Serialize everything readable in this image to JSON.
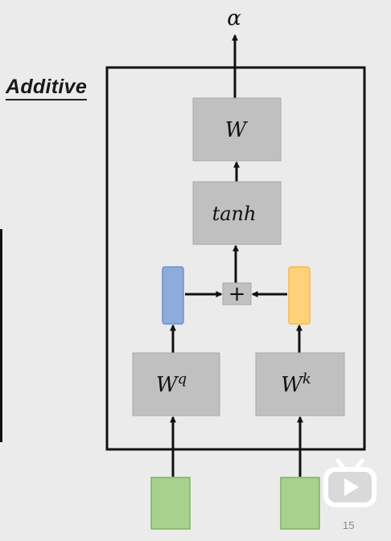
{
  "title": "Additive",
  "output_label": "α",
  "boxes": {
    "w": {
      "base": "W",
      "sup": ""
    },
    "tanh": {
      "base": "tanh",
      "sup": ""
    },
    "wq": {
      "base": "W",
      "sup": "q"
    },
    "wk": {
      "base": "W",
      "sup": "k"
    }
  },
  "plus_symbol": "+",
  "page_number": "15",
  "colors": {
    "box_fill": "#c0c0c0",
    "query_vector": "#8faadc",
    "key_vector": "#ffd27a",
    "input_vector": "#a9d18e",
    "frame": "#111111",
    "background": "#ebebeb"
  }
}
